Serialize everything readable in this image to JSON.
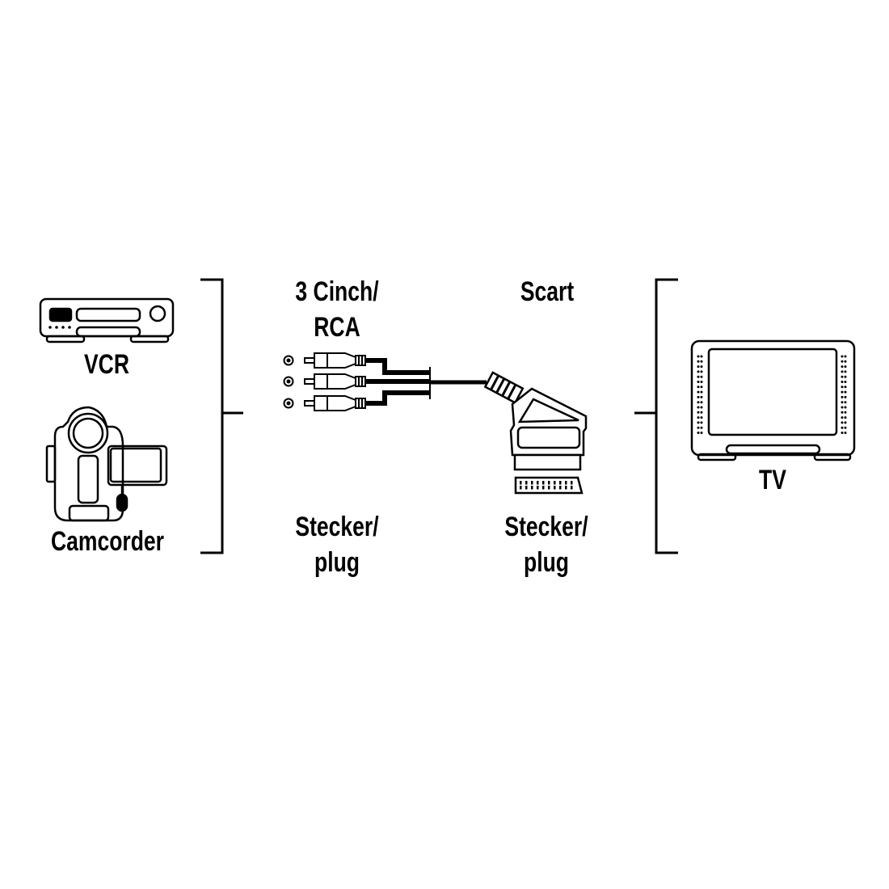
{
  "diagram": {
    "title": "3 Cinch/RCA to Scart cable connection diagram",
    "colors": {
      "ink": "#000000",
      "background": "#ffffff"
    },
    "sources": [
      {
        "id": "vcr",
        "label": "VCR",
        "icon": "vcr-icon"
      },
      {
        "id": "camcorder",
        "label": "Camcorder",
        "icon": "camcorder-icon"
      }
    ],
    "cable": {
      "end_a": {
        "type_line1": "3 Cinch/",
        "type_line2": "RCA",
        "connector_line1": "Stecker/",
        "connector_line2": "plug",
        "plug_count": 3,
        "icon": "rca-plug-icon"
      },
      "end_b": {
        "type_line1": "Scart",
        "connector_line1": "Stecker/",
        "connector_line2": "plug",
        "icon": "scart-plug-icon"
      }
    },
    "targets": [
      {
        "id": "tv",
        "label": "TV",
        "icon": "tv-icon"
      }
    ]
  }
}
